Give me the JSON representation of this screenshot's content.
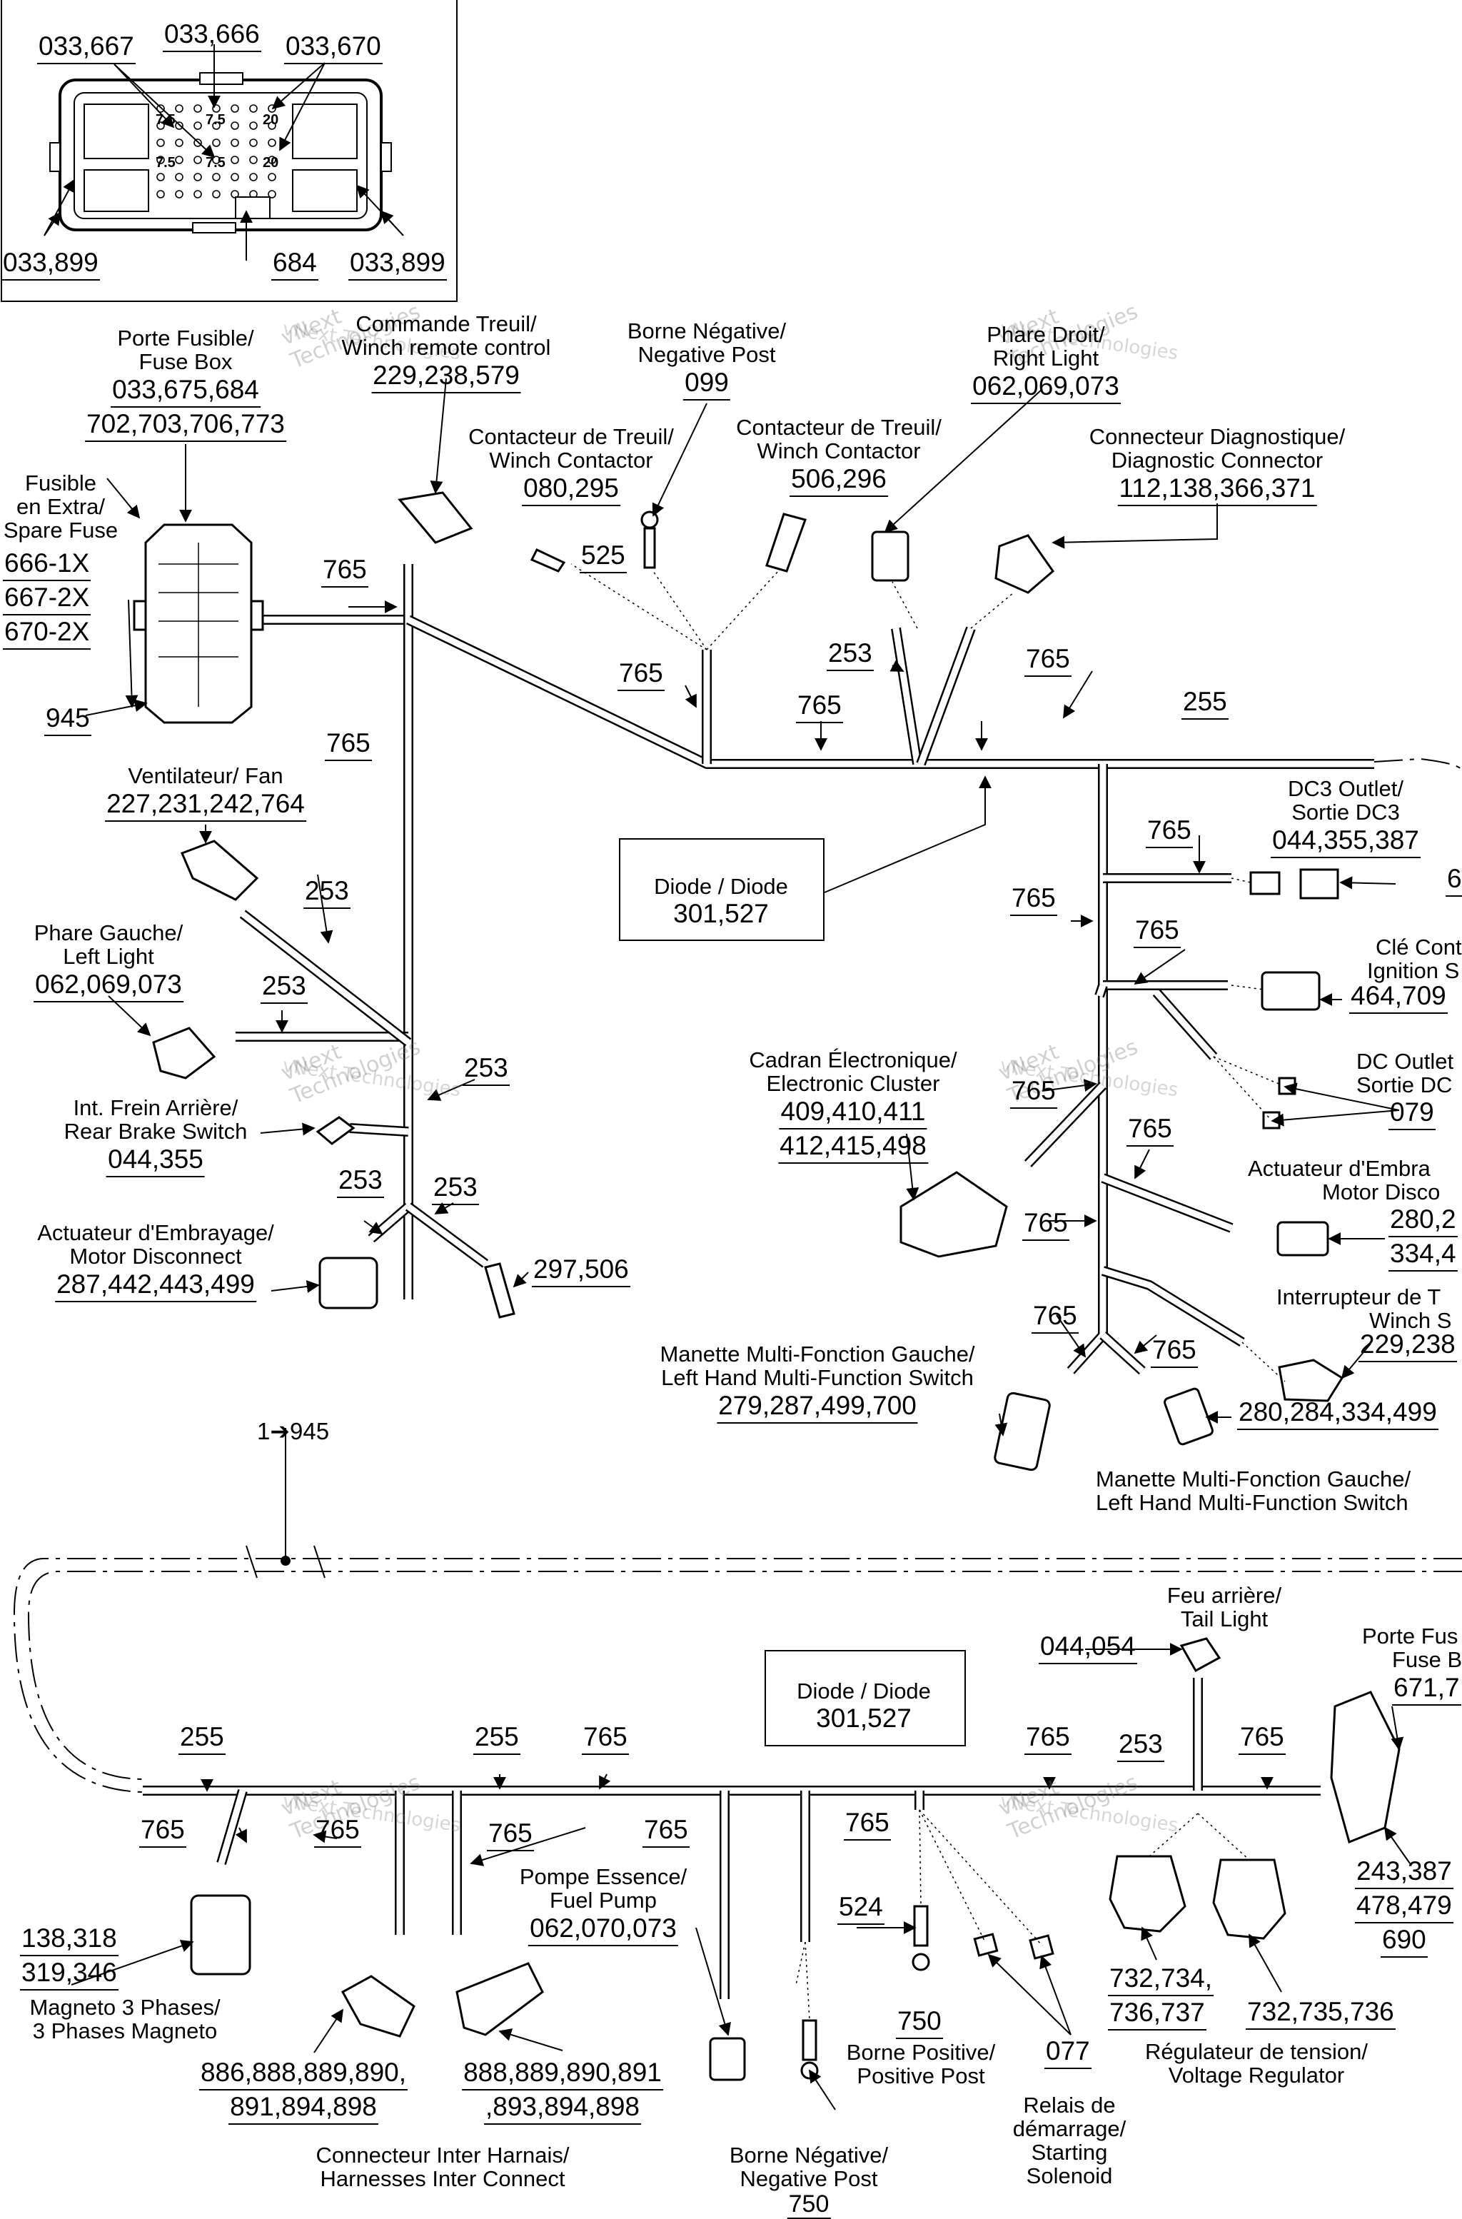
{
  "watermark": {
    "line1": "vNext",
    "line2": "Technologies",
    "line3": "vNext Technologies"
  },
  "top_box": {
    "c1": "033,667",
    "c2": "033,666",
    "c3": "033,670",
    "c4": "033,899",
    "c5": "684",
    "c6": "033,899",
    "fuse_labels": [
      "7.5",
      "7.5",
      "20",
      "7.5",
      "7.5",
      "20"
    ]
  },
  "fuse_box": {
    "l1": "Porte Fusible/",
    "l2": "Fuse Box",
    "n1": "033,675,684",
    "n2": "702,703,706,773"
  },
  "winch_remote": {
    "l1": "Commande Treuil/",
    "l2": "Winch remote control",
    "n1": "229,238,579"
  },
  "neg_post_top": {
    "l1": "Borne Négative/",
    "l2": "Negative Post",
    "n1": "099"
  },
  "right_light": {
    "l1": "Phare Droit/",
    "l2": "Right Light",
    "n1": "062,069,073"
  },
  "winch_contactor_1": {
    "l1": "Contacteur de Treuil/",
    "l2": "Winch Contactor",
    "n1": "080,295"
  },
  "winch_contactor_2": {
    "l1": "Contacteur de Treuil/",
    "l2": "Winch Contactor",
    "n1": "506,296"
  },
  "diag_connector": {
    "l1": "Connecteur Diagnostique/",
    "l2": "Diagnostic Connector",
    "n1": "112,138,366,371"
  },
  "spare_fuse": {
    "l1": "Fusible",
    "l2": "en Extra/",
    "l3": "Spare Fuse",
    "n1": "666-1X",
    "n2": "667-2X",
    "n3": "670-2X"
  },
  "fuse_box_item": "945",
  "fan": {
    "l1": "Ventilateur/ Fan",
    "n1": "227,231,242,764"
  },
  "left_light": {
    "l1": "Phare Gauche/",
    "l2": "Left Light",
    "n1": "062,069,073"
  },
  "rear_brake": {
    "l1": "Int. Frein Arrière/",
    "l2": "Rear Brake Switch",
    "n1": "044,355"
  },
  "clutch_left": {
    "l1": "Actuateur d'Embrayage/",
    "l2": "Motor Disconnect",
    "n1": "287,442,443,499"
  },
  "item_297": "297,506",
  "diode_top": {
    "l1": "Diode / Diode",
    "n1": "301,527"
  },
  "dc3": {
    "l1": "DC3 Outlet/",
    "l2": "Sortie DC3",
    "n1": "044,355,387",
    "n2": "6"
  },
  "ignition": {
    "l1": "Clé Cont",
    "l2": "Ignition S",
    "n1": "464,709"
  },
  "dc_outlet": {
    "l1": "DC Outlet",
    "l2": "Sortie DC",
    "n1": "079"
  },
  "cluster": {
    "l1": "Cadran Électronique/",
    "l2": "Electronic Cluster",
    "n1": "409,410,411",
    "n2": "412,415,498"
  },
  "clutch_right": {
    "l1": "Actuateur d'Embra",
    "l2": "Motor Disco",
    "n1": "280,2",
    "n2": "334,4"
  },
  "winch_switch": {
    "l1": "Interrupteur de T",
    "l2": "Winch S",
    "n1": "229,238"
  },
  "mf_left_1": {
    "l1": "Manette Multi-Fonction Gauche/",
    "l2": "Left Hand Multi-Function Switch",
    "n1": "279,287,499,700"
  },
  "mf_left_2": {
    "l1": "Manette Multi-Fonction Gauche/",
    "l2": "Left Hand Multi-Function Switch",
    "n1": "280,284,334,499"
  },
  "ref_945": "1➔945",
  "tail_light": {
    "l1": "Feu arrière/",
    "l2": "Tail Light",
    "n1": "044,054"
  },
  "fuse_box_rear": {
    "l1": "Porte Fus",
    "l2": "Fuse B",
    "n1": "671,7"
  },
  "diode_bottom": {
    "l1": "Diode / Diode",
    "n1": "301,527"
  },
  "fuel_pump": {
    "l1": "Pompe Essence/",
    "l2": "Fuel Pump",
    "n1": "062,070,073"
  },
  "magneto": {
    "l1": "Magneto 3 Phases/",
    "l2": "3 Phases Magneto",
    "n1": "138,318",
    "n2": "319,346"
  },
  "inter_connect": {
    "n1": "886,888,889,890,",
    "n2": "891,894,898",
    "n3": "888,889,890,891",
    "n4": ",893,894,898",
    "l1": "Connecteur Inter Harnais/",
    "l2": "Harnesses Inter Connect"
  },
  "neg_post_bottom": {
    "l1": "Borne Négative/",
    "l2": "Negative Post",
    "n1": "750"
  },
  "pos_post": {
    "n1": "524",
    "n2": "750",
    "l1": "Borne Positive/",
    "l2": "Positive Post"
  },
  "starter": {
    "n1": "077",
    "l1": "Relais de",
    "l2": "démarrage/",
    "l3": "Starting",
    "l4": "Solenoid"
  },
  "regulator": {
    "n1": "732,734,",
    "n2": "736,737",
    "n3": "732,735,736",
    "l1": "Régulateur de tension/",
    "l2": "Voltage Regulator"
  },
  "rear_fuse_nums": {
    "n1": "243,387",
    "n2": "478,479",
    "n3": "690"
  },
  "wire_labels": {
    "w765": "765",
    "w253": "253",
    "w255": "255",
    "w525": "525"
  }
}
